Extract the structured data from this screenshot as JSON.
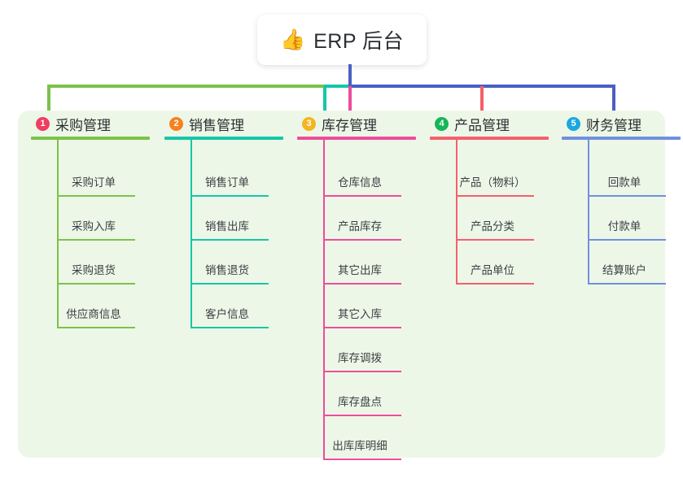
{
  "diagram": {
    "type": "mindmap",
    "root": {
      "emoji": "👍",
      "emoji_name": "thumbs-up-icon",
      "title": "ERP 后台"
    },
    "panel_background": "#edf7e7",
    "trunk_color": "#4b5fc4",
    "bus_segments": [
      {
        "name": "bus-green",
        "color": "#7cc24a"
      },
      {
        "name": "bus-teal",
        "color": "#14c7a8"
      },
      {
        "name": "bus-blue",
        "color": "#4b5fc4"
      }
    ],
    "branches": [
      {
        "number": "1",
        "title": "采购管理",
        "badge_color": "#ef3e60",
        "line_color": "#7cc24a",
        "children": [
          "采购订单",
          "采购入库",
          "采购退货",
          "供应商信息"
        ]
      },
      {
        "number": "2",
        "title": "销售管理",
        "badge_color": "#f58220",
        "line_color": "#14c7a8",
        "children": [
          "销售订单",
          "销售出库",
          "销售退货",
          "客户信息"
        ]
      },
      {
        "number": "3",
        "title": "库存管理",
        "badge_color": "#f5b521",
        "line_color": "#ec4d9b",
        "children": [
          "仓库信息",
          "产品库存",
          "其它出库",
          "其它入库",
          "库存调拨",
          "库存盘点",
          "出库库明细"
        ]
      },
      {
        "number": "4",
        "title": "产品管理",
        "badge_color": "#18b559",
        "line_color": "#f4606c",
        "children": [
          "产品（物料）",
          "产品分类",
          "产品单位"
        ]
      },
      {
        "number": "5",
        "title": "财务管理",
        "badge_color": "#1ca7e0",
        "line_color": "#6f90de",
        "children": [
          "回款单",
          "付款单",
          "结算账户"
        ]
      }
    ]
  }
}
